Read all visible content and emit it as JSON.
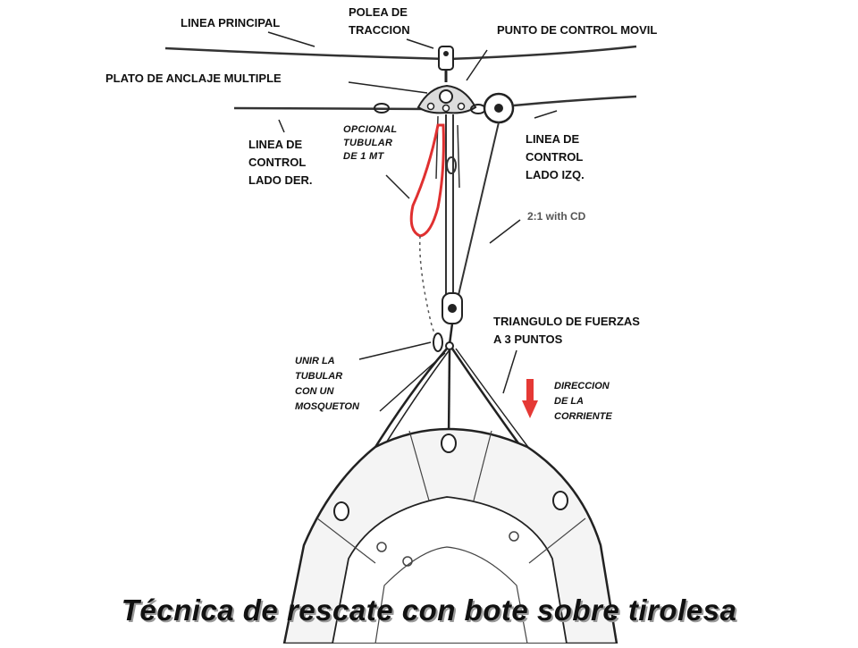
{
  "labels": {
    "linea_principal": "LINEA PRINCIPAL",
    "polea_traccion": "POLEA DE\nTRACCION",
    "punto_control_movil": "PUNTO DE CONTROL MOVIL",
    "plato_anclaje": "PLATO DE ANCLAJE MULTIPLE",
    "linea_control_der": "LINEA DE\nCONTROL\nLADO DER.",
    "opcional_tubular": "OPCIONAL\nTUBULAR\nDE  1 MT",
    "linea_control_izq": "LINEA DE\nCONTROL\nLADO IZQ.",
    "ratio_label": "2:1 with CD",
    "triangulo_fuerzas": "TRIANGULO DE FUERZAS\nA 3 PUNTOS",
    "unir_tubular": "UNIR LA\nTUBULAR\nCON UN\nMOSQUETON",
    "direccion_corriente": "DIRECCION\nDE LA\nCORRIENTE"
  },
  "caption": "Técnica de rescate con bote sobre tirolesa",
  "colors": {
    "line": "#333333",
    "sling": "#e03030",
    "arrow": "#e53935",
    "boat_fill": "#f4f4f4"
  },
  "icons": {
    "pulley": "pulley-icon",
    "anchor_plate": "anchor-plate-icon",
    "arrow": "down-arrow-icon",
    "boat": "raft-icon"
  }
}
